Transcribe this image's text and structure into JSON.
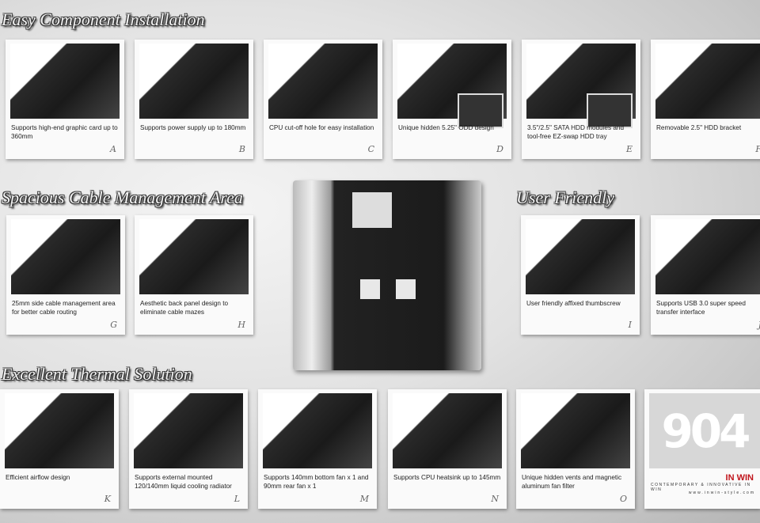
{
  "sections": {
    "installation": "Easy Component Installation",
    "cable": "Spacious Cable Management Area",
    "user": "User Friendly",
    "thermal": "Excellent Thermal Solution"
  },
  "cards": [
    {
      "text": "Supports high-end graphic card up to 360mm",
      "letter": "A"
    },
    {
      "text": "Supports power supply up to 180mm",
      "letter": "B"
    },
    {
      "text": "CPU cut-off hole for easy installation",
      "letter": "C"
    },
    {
      "text": "Unique hidden 5.25\" ODD design",
      "letter": "D"
    },
    {
      "text": "3.5\"/2.5\" SATA HDD modules and tool-free EZ-swap HDD tray",
      "letter": "E"
    },
    {
      "text": "Removable 2.5\" HDD bracket",
      "letter": "F"
    },
    {
      "text": "25mm side cable management area for better cable routing",
      "letter": "G"
    },
    {
      "text": "Aesthetic back panel design to eliminate cable mazes",
      "letter": "H"
    },
    {
      "text": "User friendly affixed thumbscrew",
      "letter": "I"
    },
    {
      "text": "Supports USB 3.0 super speed transfer interface",
      "letter": "J"
    },
    {
      "text": "Efficient airflow design",
      "letter": "K"
    },
    {
      "text": "Supports external mounted 120/140mm liquid cooling radiator",
      "letter": "L"
    },
    {
      "text": "Supports 140mm bottom fan x 1 and 90mm rear fan x 1",
      "letter": "M"
    },
    {
      "text": "Supports CPU heatsink up to 145mm",
      "letter": "N"
    },
    {
      "text": "Unique hidden vents and magnetic aluminum fan filter",
      "letter": "O"
    }
  ],
  "logo": {
    "model": "904",
    "tagline": "CONTEMPORARY & INNOVATIVE IN WIN",
    "url": "www.inwin-style.com",
    "brand": "IN WIN"
  }
}
